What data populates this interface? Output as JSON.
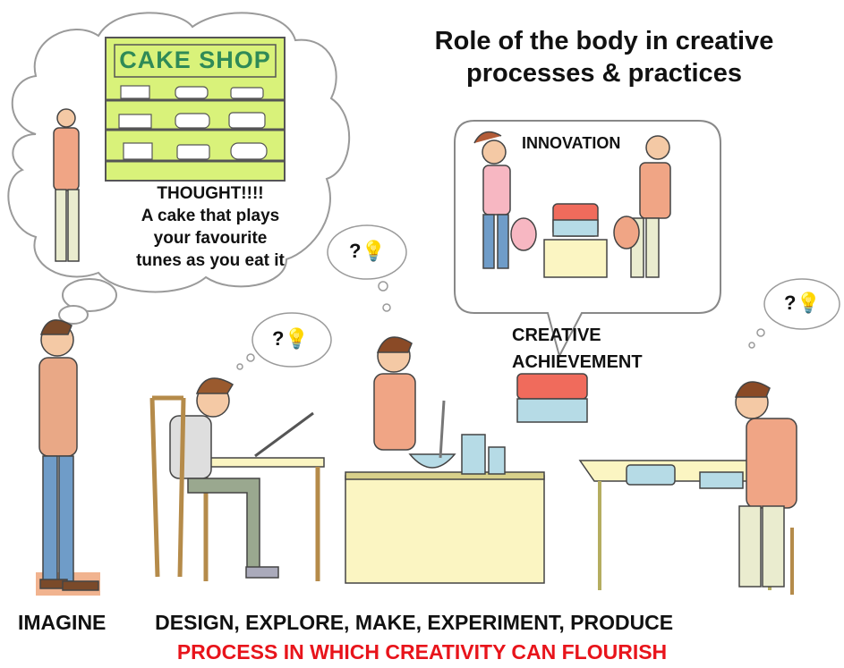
{
  "title": {
    "line1": "Role of the body in creative",
    "line2": "processes & practices"
  },
  "shop_sign": "CAKE SHOP",
  "thought": {
    "line1": "THOUGHT!!!!",
    "line2": "A cake that plays",
    "line3": "your favourite",
    "line4": "tunes as you eat it"
  },
  "labels": {
    "innovation": "INNOVATION",
    "achievement_line1": "CREATIVE",
    "achievement_line2": "ACHIEVEMENT"
  },
  "stages": {
    "imagine": "IMAGINE",
    "design": "DESIGN,",
    "explore": "EXPLORE,",
    "make": "MAKE,",
    "experiment": "EXPERIMENT,",
    "produce": "PRODUCE"
  },
  "process_caption": "PROCESS IN WHICH CREATIVITY CAN FLOURISH",
  "idea_glyph": "?",
  "colors": {
    "shop_green": "#d9f27a",
    "shop_text": "#2f8a57",
    "accent_red": "#e8141b",
    "table_yellow": "#fbf5c2",
    "skin": "#f4c9a5",
    "shirt_orange": "#f0a585",
    "jeans_blue": "#6f9cc8"
  }
}
